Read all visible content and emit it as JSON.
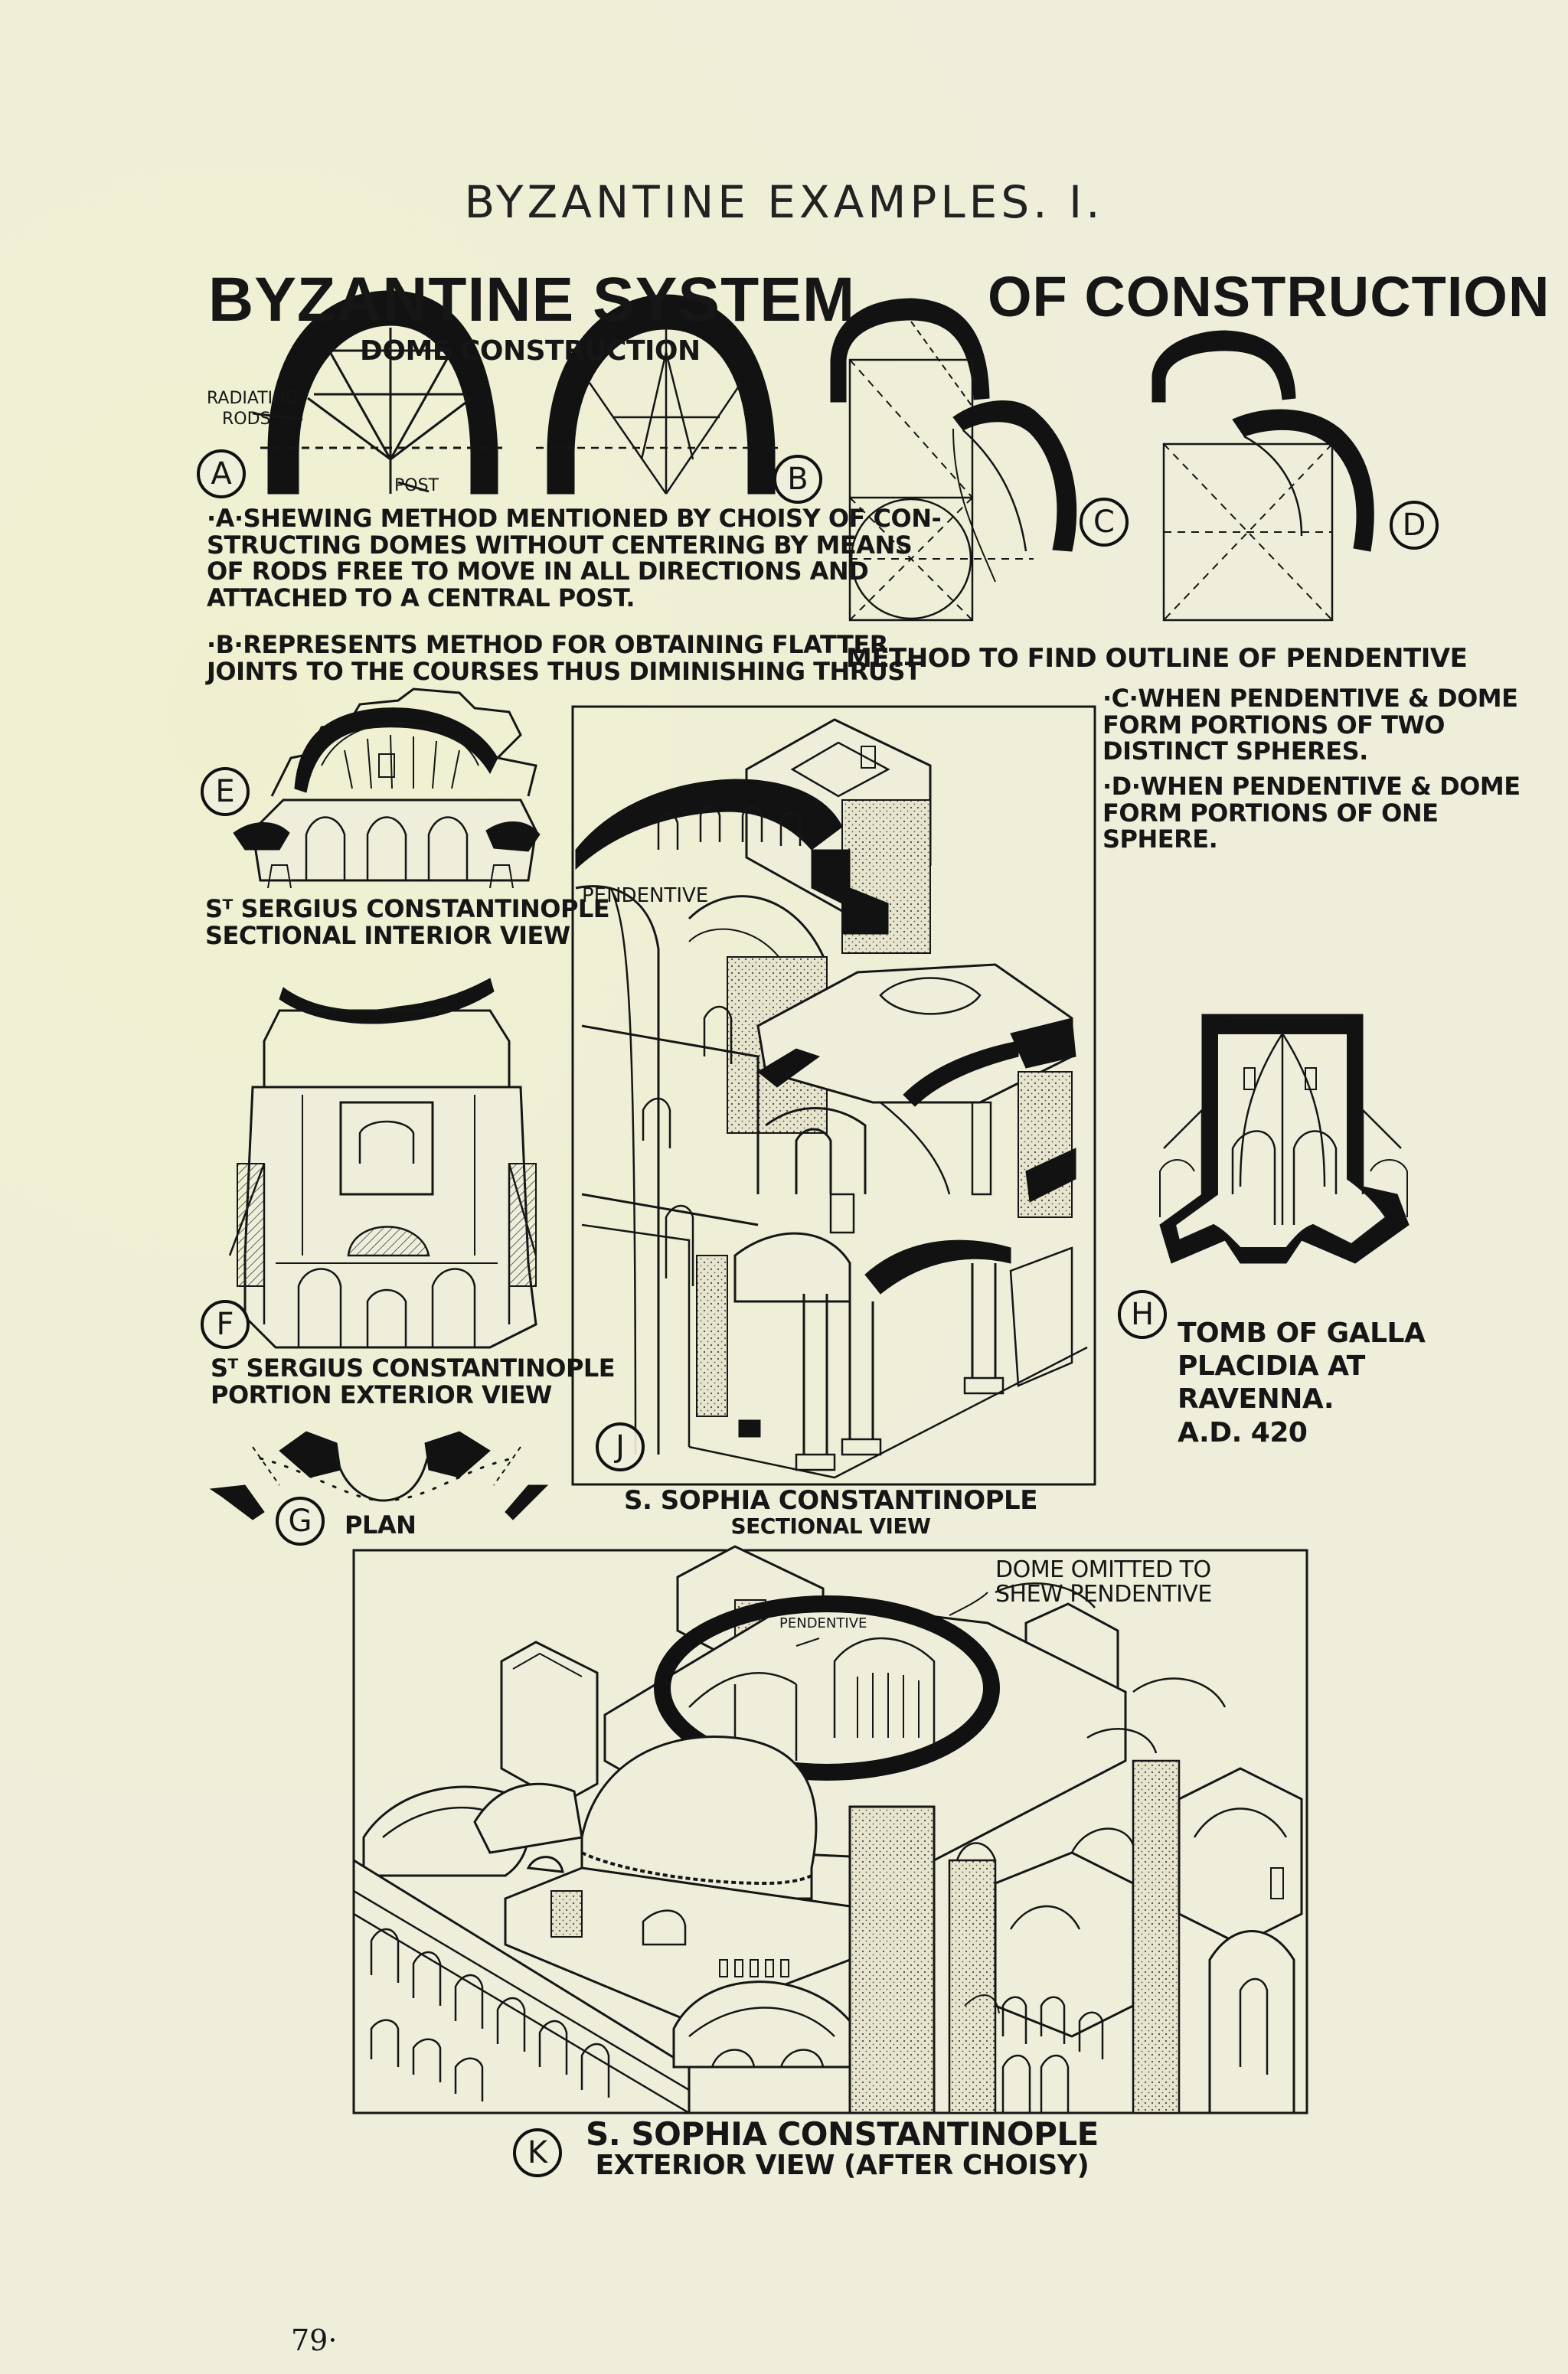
{
  "page": {
    "header": "BYZANTINE EXAMPLES. I.",
    "title_left": "BYZANTINE SYSTEM",
    "title_right": "OF CONSTRUCTION",
    "page_number": "79·"
  },
  "dome_construction": {
    "heading": "DOME CONSTRUCTION",
    "label_radiating": "RADIATING",
    "label_rods": "RODS",
    "label_post": "POST",
    "caption_a": [
      "·A·SHEWING METHOD MENTIONED BY CHOISY OF CON-",
      "STRUCTING DOMES WITHOUT CENTERING BY MEANS",
      "OF RODS FREE TO MOVE IN ALL DIRECTIONS AND",
      "ATTACHED TO A CENTRAL POST."
    ],
    "caption_b": [
      "·B·REPRESENTS METHOD FOR OBTAINING FLATTER",
      "JOINTS TO THE COURSES THUS DIMINISHING THRUST"
    ]
  },
  "pendentive": {
    "caption": "METHOD TO FIND OUTLINE OF PENDENTIVE",
    "note_c": [
      "·C·WHEN PENDENTIVE & DOME",
      "FORM PORTIONS OF TWO",
      "DISTINCT SPHERES."
    ],
    "note_d": [
      "·D·WHEN PENDENTIVE & DOME",
      "FORM PORTIONS OF ONE",
      "SPHERE."
    ]
  },
  "figures": {
    "e_caption": [
      "Sᵀ SERGIUS CONSTANTINOPLE",
      "SECTIONAL INTERIOR VIEW"
    ],
    "f_caption": [
      "Sᵀ SERGIUS CONSTANTINOPLE",
      "PORTION EXTERIOR VIEW"
    ],
    "g_caption": "PLAN",
    "h_caption": [
      "TOMB OF GALLA",
      "PLACIDIA AT",
      "RAVENNA.",
      "A.D. 420"
    ],
    "j_caption": [
      "S. SOPHIA CONSTANTINOPLE",
      "SECTIONAL VIEW"
    ],
    "j_label_pendentive": "PENDENTIVE",
    "k_caption": [
      "S. SOPHIA CONSTANTINOPLE",
      "EXTERIOR VIEW (AFTER CHOISY)"
    ],
    "k_note": [
      "DOME OMITTED TO",
      "SHEW PENDENTIVE"
    ],
    "k_label_pendentive": "PENDENTIVE"
  },
  "markers": [
    "A",
    "B",
    "C",
    "D",
    "E",
    "F",
    "G",
    "H",
    "J",
    "K"
  ],
  "colors": {
    "paper": "#efeedb",
    "ink": "#161616"
  }
}
